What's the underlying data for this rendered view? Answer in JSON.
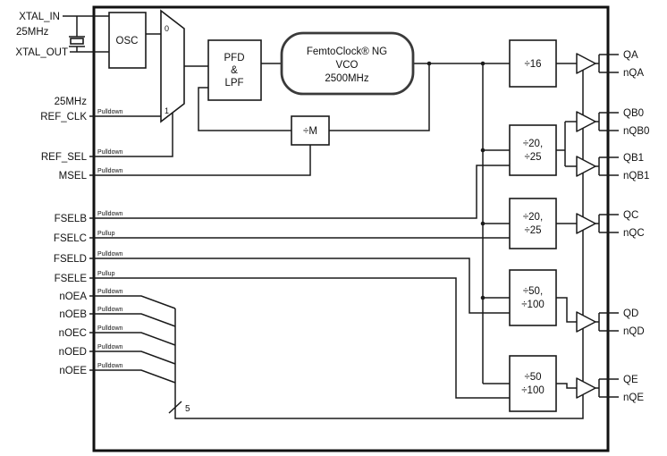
{
  "colors": {
    "line": "#1a1a1a",
    "background": "#ffffff"
  },
  "pins": {
    "xtal_in": {
      "label": "XTAL_IN"
    },
    "xtal_freq": {
      "label": "25MHz"
    },
    "xtal_out": {
      "label": "XTAL_OUT"
    },
    "ref_freq": {
      "label": "25MHz"
    },
    "ref_clk": {
      "label": "REF_CLK",
      "pull": "Pulldown"
    },
    "ref_sel": {
      "label": "REF_SEL",
      "pull": "Pulldown"
    },
    "msel": {
      "label": "MSEL",
      "pull": "Pulldown"
    },
    "fselb": {
      "label": "FSELB",
      "pull": "Pulldown"
    },
    "fselc": {
      "label": "FSELC",
      "pull": "Pullup"
    },
    "fseld": {
      "label": "FSELD",
      "pull": "Pulldown"
    },
    "fsele": {
      "label": "FSELE",
      "pull": "Pullup"
    },
    "noea": {
      "label": "nOEA",
      "pull": "Pulldown"
    },
    "noeb": {
      "label": "nOEB",
      "pull": "Pulldown"
    },
    "noec": {
      "label": "nOEC",
      "pull": "Pulldown"
    },
    "noed": {
      "label": "nOED",
      "pull": "Pulldown"
    },
    "noee": {
      "label": "nOEE",
      "pull": "Pulldown"
    }
  },
  "blocks": {
    "osc": "OSC",
    "mux_in0": "0",
    "mux_in1": "1",
    "pfd_line1": "PFD",
    "pfd_line2": "&",
    "pfd_line3": "LPF",
    "vco_line1": "FemtoClock® NG",
    "vco_line2": "VCO",
    "vco_line3": "2500MHz",
    "div_m": "÷M",
    "div_a": {
      "line1": "÷16"
    },
    "div_b": {
      "line1": "÷20,",
      "line2": "÷25"
    },
    "div_c": {
      "line1": "÷20,",
      "line2": "÷25"
    },
    "div_d": {
      "line1": "÷50,",
      "line2": "÷100"
    },
    "div_e": {
      "line1": "÷50",
      "line2": "÷100"
    }
  },
  "outputs": {
    "qa": "QA",
    "nqa": "nQA",
    "qb0": "QB0",
    "nqb0": "nQB0",
    "qb1": "QB1",
    "nqb1": "nQB1",
    "qc": "QC",
    "nqc": "nQC",
    "qd": "QD",
    "nqd": "nQD",
    "qe": "QE",
    "nqe": "nQE"
  },
  "bus": {
    "width_label": "5"
  }
}
